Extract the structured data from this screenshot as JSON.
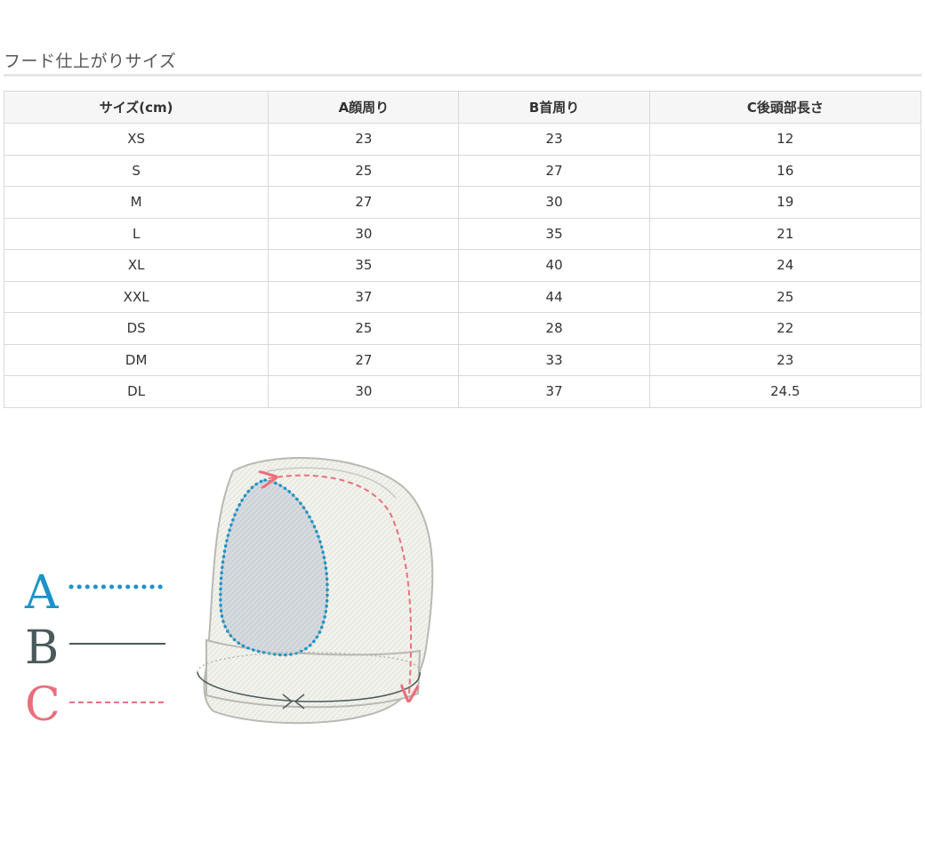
{
  "section": {
    "title": "フード仕上がりサイズ"
  },
  "table": {
    "headers": [
      "サイズ(cm)",
      "A顔周り",
      "B首周り",
      "C後頭部長さ"
    ],
    "rows": [
      [
        "XS",
        "23",
        "23",
        "12"
      ],
      [
        "S",
        "25",
        "27",
        "16"
      ],
      [
        "M",
        "27",
        "30",
        "19"
      ],
      [
        "L",
        "30",
        "35",
        "21"
      ],
      [
        "XL",
        "35",
        "40",
        "24"
      ],
      [
        "XXL",
        "37",
        "44",
        "25"
      ],
      [
        "DS",
        "25",
        "28",
        "22"
      ],
      [
        "DM",
        "27",
        "33",
        "23"
      ],
      [
        "DL",
        "30",
        "37",
        "24.5"
      ]
    ]
  },
  "legend": [
    {
      "letter": "A",
      "color": "#1a93c9",
      "style": "dotted"
    },
    {
      "letter": "B",
      "color": "#4a5a5a",
      "style": "solid"
    },
    {
      "letter": "C",
      "color": "#e8707c",
      "style": "dashed"
    }
  ]
}
